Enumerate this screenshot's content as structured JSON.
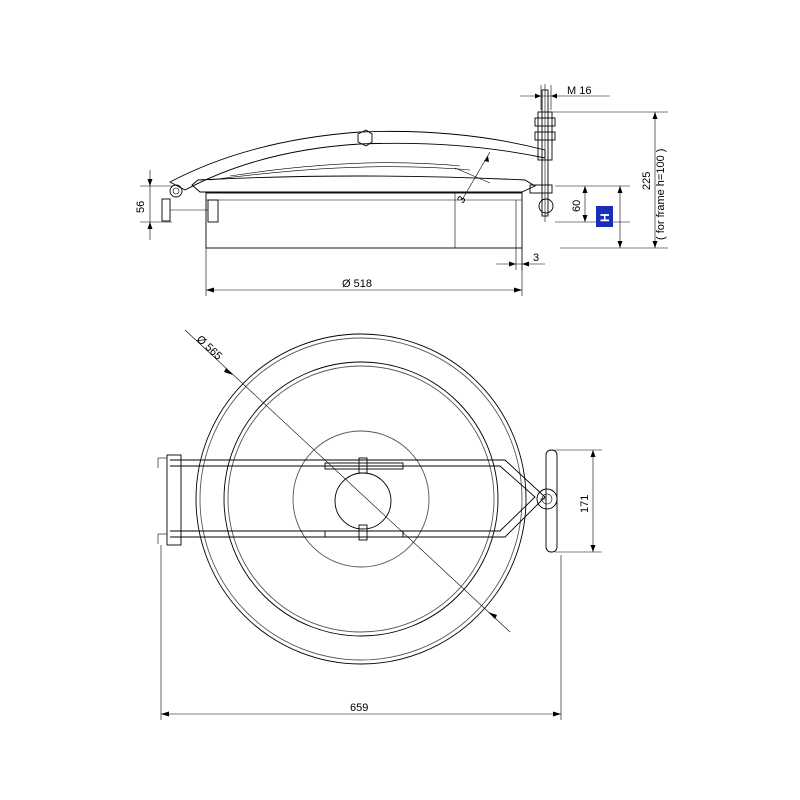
{
  "side_view": {
    "dim_thread": "M  16",
    "dim_total_height": "225",
    "dim_frame_note": "( for frame h=100 )",
    "dim_h_badge": "H",
    "dim_height_60": "60",
    "dim_height_56": "56",
    "dim_angle_3": "3",
    "dim_offset_3": "3",
    "dim_diameter_518": "Ø  518"
  },
  "top_view": {
    "dim_diameter_565": "Ø  565",
    "dim_171": "171",
    "dim_659": "659"
  },
  "colors": {
    "line": "#000000",
    "badge_fill": "#1a2db8",
    "badge_text": "#ffffff"
  }
}
